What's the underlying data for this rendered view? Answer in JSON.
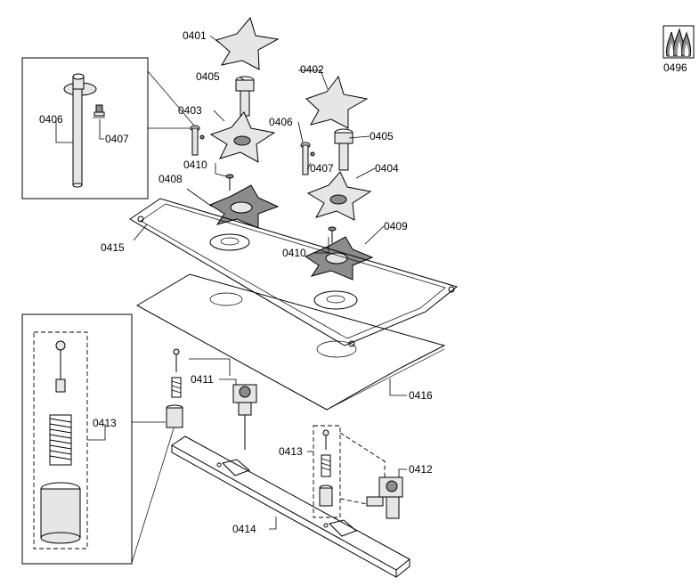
{
  "diagram": {
    "labels": {
      "p0401": "0401",
      "p0402": "0402",
      "p0403": "0403",
      "p0404": "0404",
      "p0405a": "0405",
      "p0405b": "0405",
      "p0406a": "0406",
      "p0406b": "0406",
      "p0407a": "0407",
      "p0407b": "0407",
      "p0408": "0408",
      "p0409": "0409",
      "p0410a": "0410",
      "p0410b": "0410",
      "p0411": "0411",
      "p0412": "0412",
      "p0413a": "0413",
      "p0413b": "0413",
      "p0414": "0414",
      "p0415": "0415",
      "p0416": "0416",
      "p0496": "0496"
    }
  }
}
